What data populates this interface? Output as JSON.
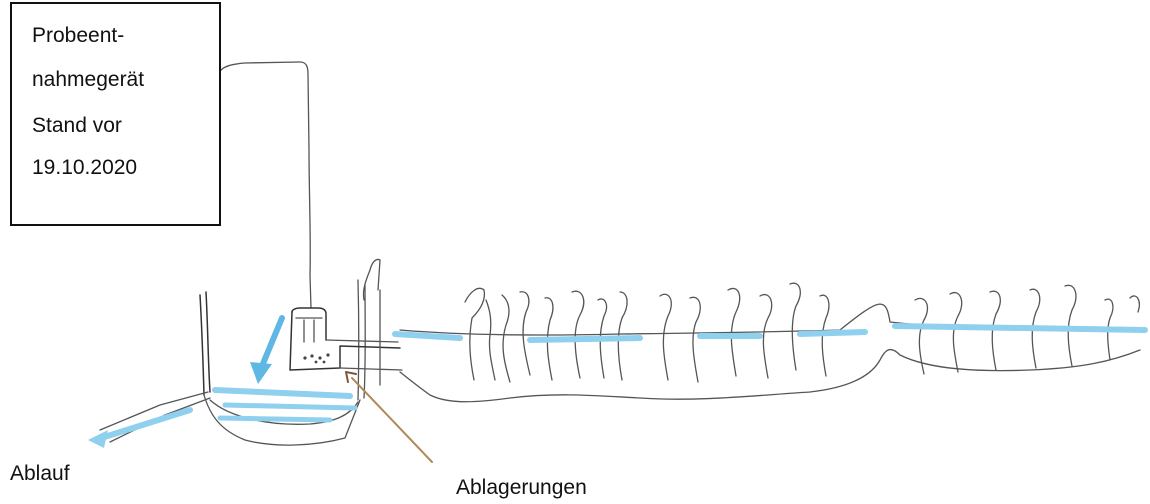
{
  "box": {
    "line1": "Probeent-",
    "line2": "nahmegerät",
    "line3": "Stand vor",
    "line4": "19.10.2020"
  },
  "labels": {
    "outflow": "Ablauf",
    "deposits": "Ablagerungen"
  },
  "colors": {
    "water": "#8fd0ee",
    "water_dark": "#5fb8e4",
    "pencil": "#555555",
    "arrow_brown": "#b08a5c"
  }
}
